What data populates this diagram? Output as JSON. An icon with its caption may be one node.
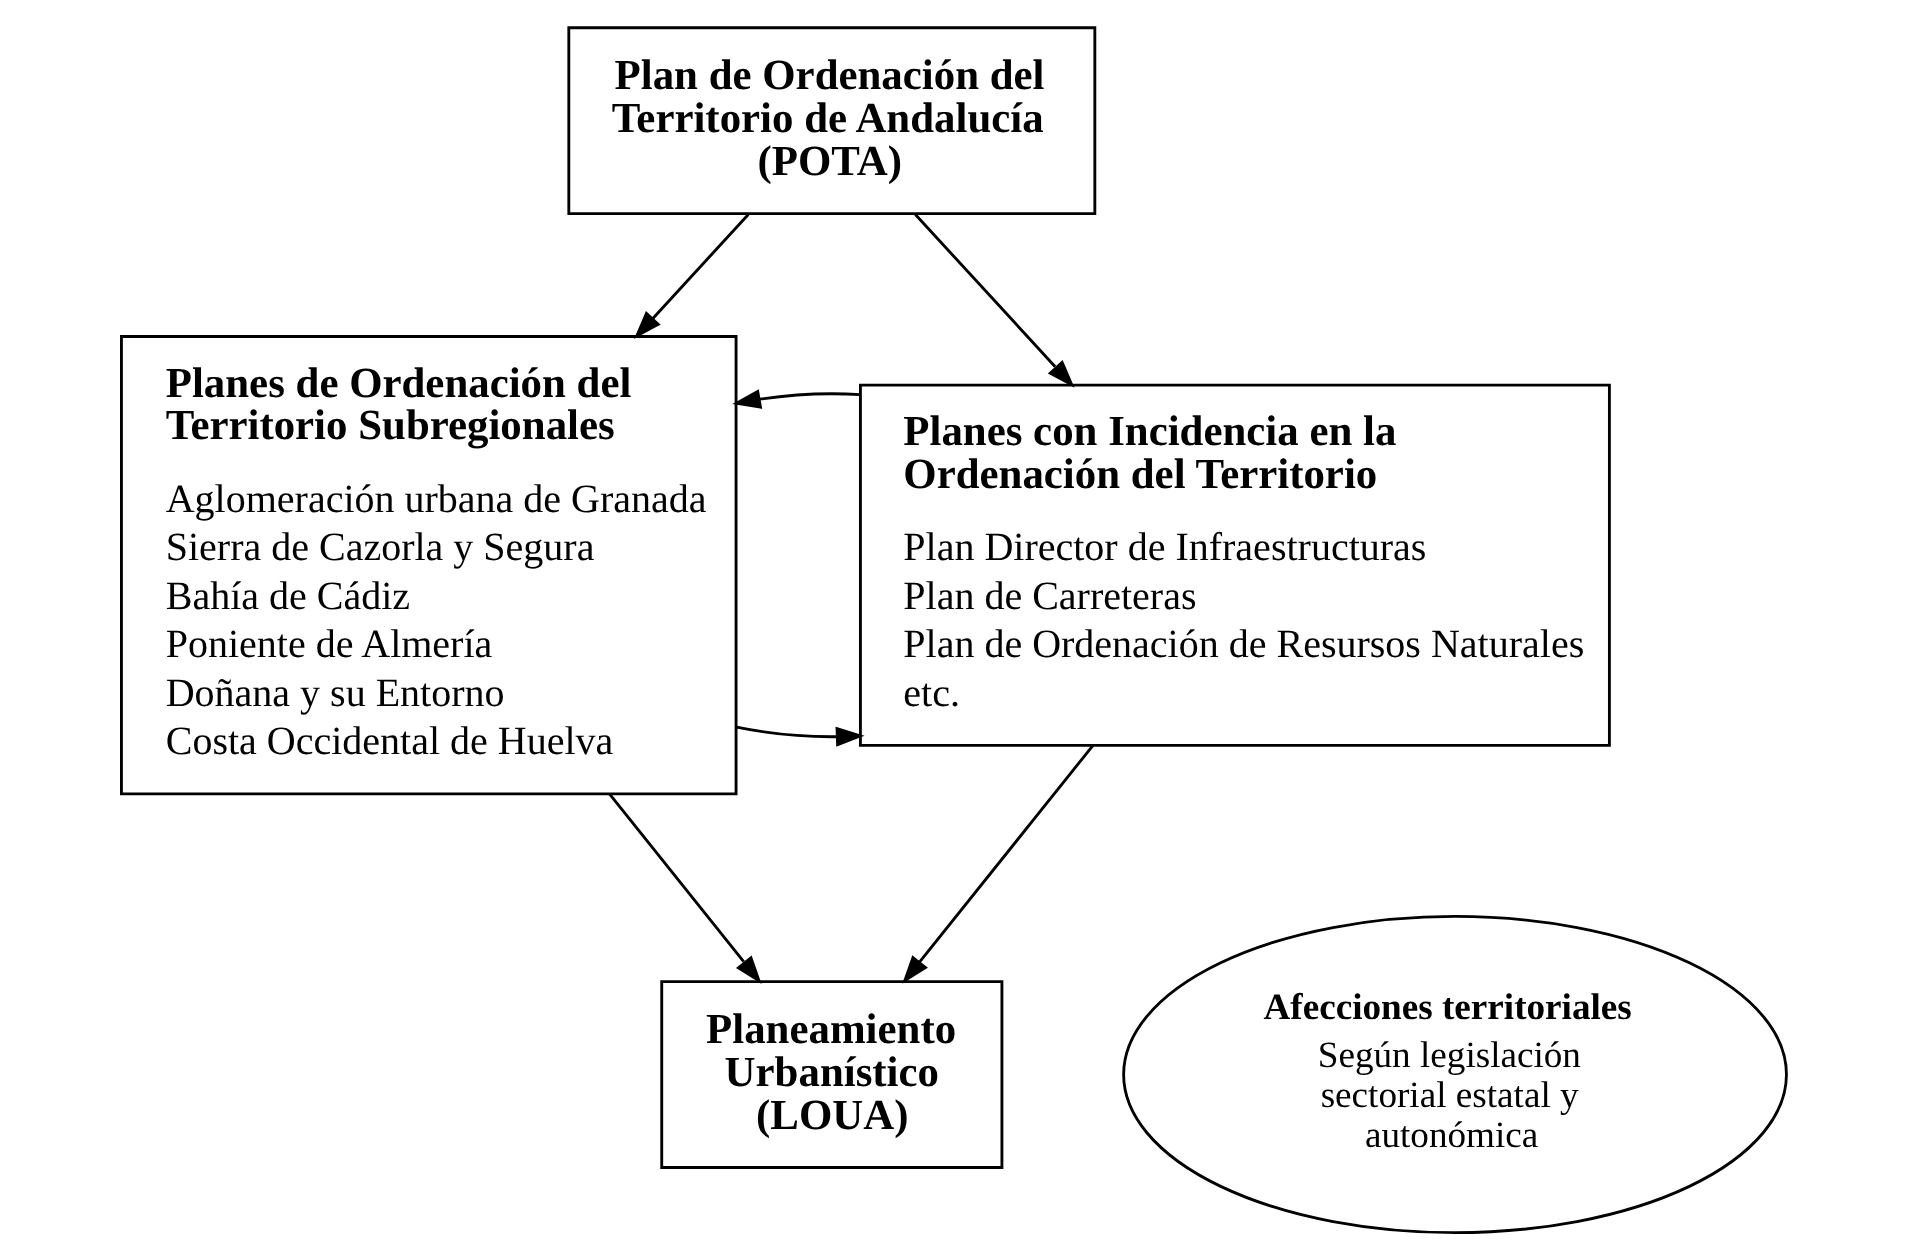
{
  "diagram": {
    "nodes": [
      {
        "text": [
          "Plan de Ordenación del Territorio de Andalucía (POTA)"
        ]
      },
      {
        "text": [
          "Planes de Ordenación del Territorio Subregionales",
          "Aglomeración urbana de Granada",
          "Sierra de Cazorla y Segura",
          "Bahía de Cádiz",
          "Poniente de Almería",
          "Doñana y su Entorno",
          "Costa Occidental de Huelva"
        ]
      },
      {
        "text": [
          "Planes con Incidencia en la Ordenación del Territorio",
          "Plan Director de Infraestructuras",
          "Plan de Carreteras",
          "Plan de Ordenación de Resursos Naturales",
          "etc."
        ]
      },
      {
        "text": [
          "Planeamiento Urbanístico (LOUA)"
        ]
      },
      {
        "text": [
          "Afecciones territoriales",
          "Según legislación sectorial estatal y autonómica"
        ]
      }
    ],
    "edges": [
      {
        "from": 0,
        "to": 1,
        "arrow": "to"
      },
      {
        "from": 0,
        "to": 2,
        "arrow": "to"
      },
      {
        "from": 1,
        "to": 2,
        "arrow": "to"
      },
      {
        "from": 1,
        "to": 3,
        "arrow": "to"
      },
      {
        "from": 2,
        "to": 1,
        "arrow": "to"
      },
      {
        "from": 2,
        "to": 3,
        "arrow": "to"
      }
    ]
  }
}
